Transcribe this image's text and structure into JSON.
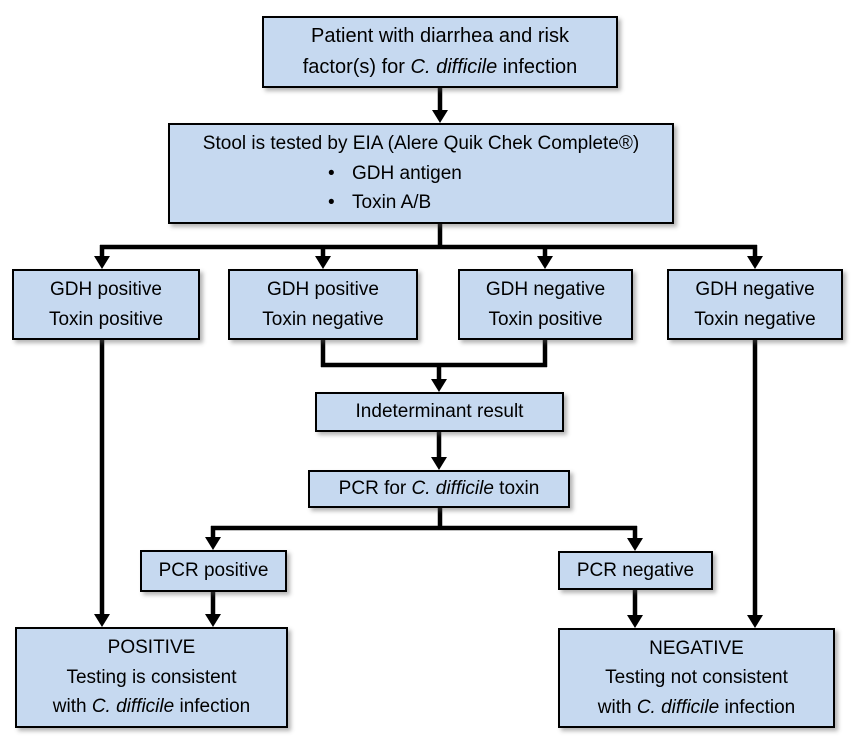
{
  "diagram": {
    "type": "flowchart",
    "topic": "C. difficile infection testing algorithm",
    "colors": {
      "box_fill": "#c6d9f0",
      "box_border": "#000000",
      "connector": "#000000",
      "background": "#ffffff",
      "text": "#000000"
    },
    "bullet_glyph": "•"
  },
  "nodes": {
    "patient": {
      "line1": "Patient with diarrhea and risk",
      "line2_pre": "factor(s) for ",
      "line2_italic": "C. difficile",
      "line2_post": " infection"
    },
    "stool": {
      "title": "Stool is tested by EIA (Alere Quik Chek Complete®)",
      "bullet1": "GDH antigen",
      "bullet2": "Toxin A/B"
    },
    "gdh_pos_tox_pos": {
      "line1": "GDH positive",
      "line2": "Toxin positive"
    },
    "gdh_pos_tox_neg": {
      "line1": "GDH positive",
      "line2": "Toxin negative"
    },
    "gdh_neg_tox_pos": {
      "line1": "GDH negative",
      "line2": "Toxin positive"
    },
    "gdh_neg_tox_neg": {
      "line1": "GDH negative",
      "line2": "Toxin negative"
    },
    "indeterminant": {
      "label": "Indeterminant result"
    },
    "pcr_toxin": {
      "pre": "PCR for ",
      "italic": "C. difficile",
      "post": " toxin"
    },
    "pcr_positive": {
      "label": "PCR positive"
    },
    "pcr_negative": {
      "label": "PCR negative"
    },
    "positive": {
      "line1": "POSITIVE",
      "line2": "Testing is consistent",
      "line3_pre": "with ",
      "line3_italic": "C. difficile",
      "line3_post": " infection"
    },
    "negative": {
      "line1": "NEGATIVE",
      "line2": "Testing not consistent",
      "line3_pre": "with ",
      "line3_italic": "C. difficile",
      "line3_post": " infection"
    }
  },
  "edges": [
    {
      "from": "patient",
      "to": "stool"
    },
    {
      "from": "stool",
      "to": "gdh_pos_tox_pos"
    },
    {
      "from": "stool",
      "to": "gdh_pos_tox_neg"
    },
    {
      "from": "stool",
      "to": "gdh_neg_tox_pos"
    },
    {
      "from": "stool",
      "to": "gdh_neg_tox_neg"
    },
    {
      "from": "gdh_pos_tox_neg",
      "to": "indeterminant"
    },
    {
      "from": "gdh_neg_tox_pos",
      "to": "indeterminant"
    },
    {
      "from": "indeterminant",
      "to": "pcr_toxin"
    },
    {
      "from": "pcr_toxin",
      "to": "pcr_positive"
    },
    {
      "from": "pcr_toxin",
      "to": "pcr_negative"
    },
    {
      "from": "pcr_positive",
      "to": "positive"
    },
    {
      "from": "gdh_pos_tox_pos",
      "to": "positive"
    },
    {
      "from": "pcr_negative",
      "to": "negative"
    },
    {
      "from": "gdh_neg_tox_neg",
      "to": "negative"
    }
  ]
}
